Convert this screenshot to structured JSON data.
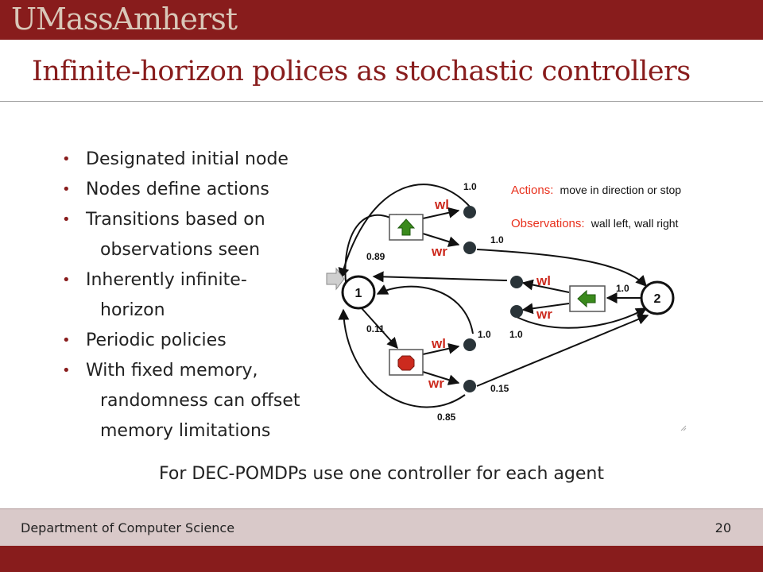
{
  "header": {
    "logo": "UMassAmherst"
  },
  "title": "Infinite-horizon polices as stochastic controllers",
  "bullets": [
    [
      "Designated initial node"
    ],
    [
      "Nodes define actions"
    ],
    [
      "Transitions based on",
      "observations seen"
    ],
    [
      "Inherently infinite-",
      "horizon"
    ],
    [
      "Periodic policies"
    ],
    [
      "With fixed memory,",
      "randomness can offset",
      "memory limitations"
    ]
  ],
  "diagram": {
    "legend": {
      "actions_key": "Actions:",
      "actions_value": "move in direction or stop",
      "observations_key": "Observations:",
      "observations_value": "wall left, wall right"
    },
    "nodes": {
      "node1": "1",
      "node2": "2"
    },
    "obs_labels": {
      "wl_top": "wl",
      "wr_top": "wr",
      "wl_mid": "wl",
      "wr_mid": "wr",
      "wl_bot": "wl",
      "wr_bot": "wr"
    },
    "probs": {
      "p_top_wl": "1.0",
      "p_top_wr": "1.0",
      "p_089": "0.89",
      "p_011": "0.11",
      "p_mid_in": "1.0",
      "p_mid_wr": "1.0",
      "p_bot_wl": "1.0",
      "p_015": "0.15",
      "p_085": "0.85"
    },
    "colors": {
      "accent_key": "#e8301c",
      "action_green": "#3a8a1c",
      "stop_red": "#cc2a1e",
      "obs_red": "#cc2a1e"
    }
  },
  "note": "For DEC-POMDPs use one controller for each agent",
  "footer": {
    "department": "Department of Computer Science",
    "page": "20"
  }
}
